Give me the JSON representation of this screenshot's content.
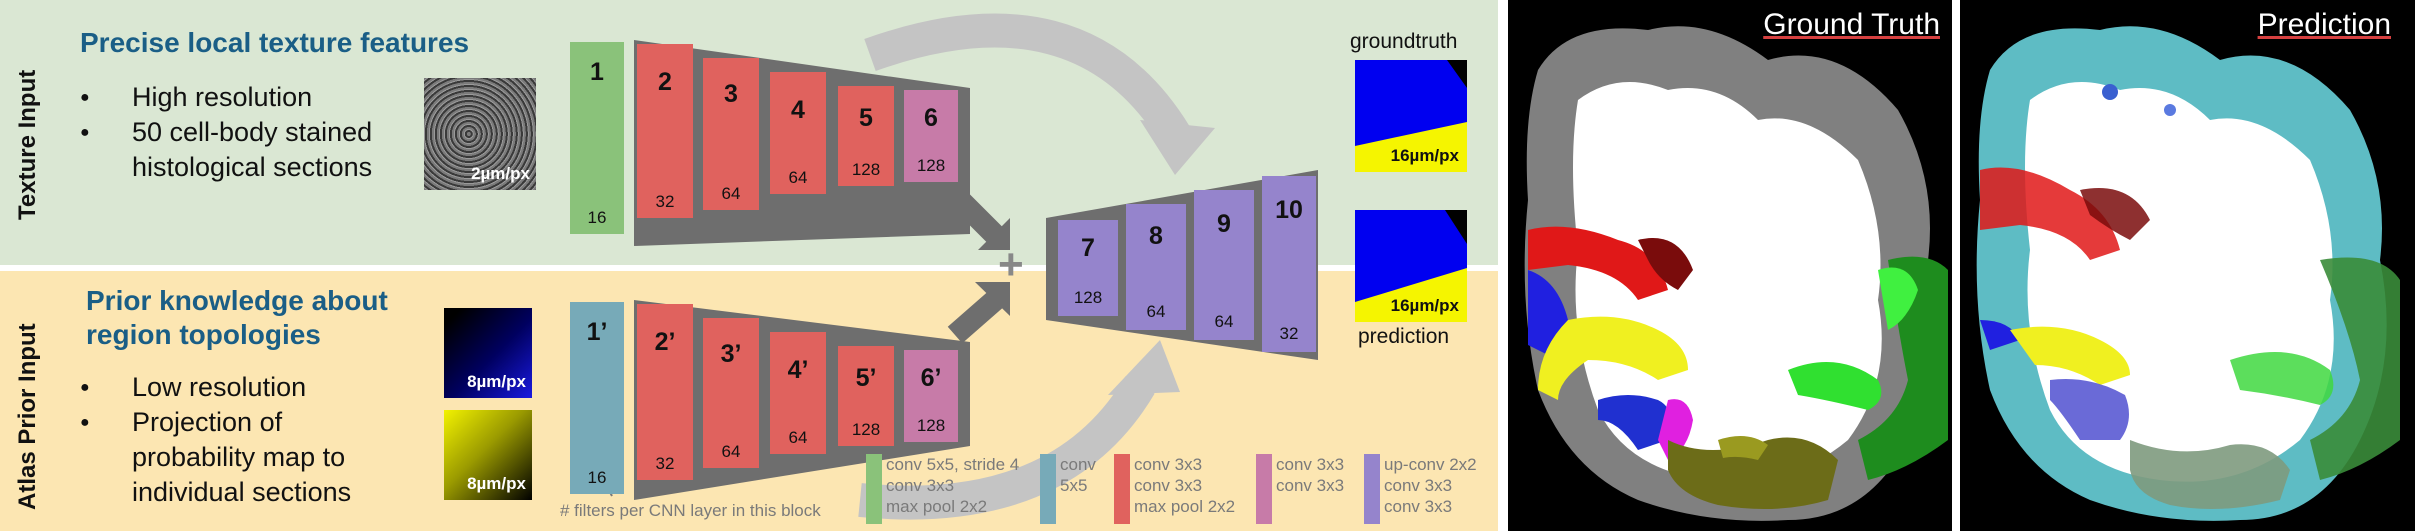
{
  "texture_panel": {
    "side_label": "Texture Input",
    "heading": "Precise local texture features",
    "bullets": [
      "High resolution",
      "50 cell-body stained",
      "histological sections"
    ],
    "thumbnail_resolution": "2µm/px"
  },
  "atlas_panel": {
    "side_label": "Atlas Prior Input",
    "heading_line1": "Prior knowledge about",
    "heading_line2": "region topologies",
    "bullets": [
      "Low resolution",
      "Projection of",
      "probability map to",
      "individual sections"
    ],
    "thumbnail_top_resolution": "8µm/px",
    "thumbnail_bottom_resolution": "8µm/px"
  },
  "texture_encoder": {
    "blocks": [
      {
        "label": "1",
        "filters": "16"
      },
      {
        "label": "2",
        "filters": "32"
      },
      {
        "label": "3",
        "filters": "64"
      },
      {
        "label": "4",
        "filters": "64"
      },
      {
        "label": "5",
        "filters": "128"
      },
      {
        "label": "6",
        "filters": "128"
      }
    ]
  },
  "atlas_encoder": {
    "blocks": [
      {
        "label": "1’",
        "filters": "16"
      },
      {
        "label": "2’",
        "filters": "32"
      },
      {
        "label": "3’",
        "filters": "64"
      },
      {
        "label": "4’",
        "filters": "64"
      },
      {
        "label": "5’",
        "filters": "128"
      },
      {
        "label": "6’",
        "filters": "128"
      }
    ]
  },
  "decoder": {
    "plus": "+",
    "blocks": [
      {
        "label": "7",
        "filters": "128"
      },
      {
        "label": "8",
        "filters": "64"
      },
      {
        "label": "9",
        "filters": "64"
      },
      {
        "label": "10",
        "filters": "32"
      }
    ]
  },
  "outputs": {
    "groundtruth_label": "groundtruth",
    "groundtruth_resolution": "16µm/px",
    "prediction_label": "prediction",
    "prediction_resolution": "16µm/px"
  },
  "legend": {
    "filters_note": "# filters per CNN layer in this block",
    "items": [
      {
        "text": "conv 5x5, stride 4\nconv 3x3\nmax pool 2x2",
        "color": "#8ac27a"
      },
      {
        "text": "conv\n5x5",
        "color": "#77aab8"
      },
      {
        "text": "conv 3x3\nconv 3x3\nmax pool 2x2",
        "color": "#e0625e"
      },
      {
        "text": "conv 3x3\nconv 3x3",
        "color": "#c77ba8"
      },
      {
        "text": "up-conv 2x2\nconv 3x3\nconv 3x3",
        "color": "#9584cc"
      }
    ]
  },
  "images": {
    "ground_truth_title": "Ground Truth",
    "prediction_title": "Prediction"
  },
  "colors": {
    "block1": "#8ac27a",
    "block1_prime": "#77aab8",
    "encoder": "#e0625e",
    "block6": "#c77ba8",
    "decoder": "#9584cc",
    "heading": "#1a5e86"
  }
}
